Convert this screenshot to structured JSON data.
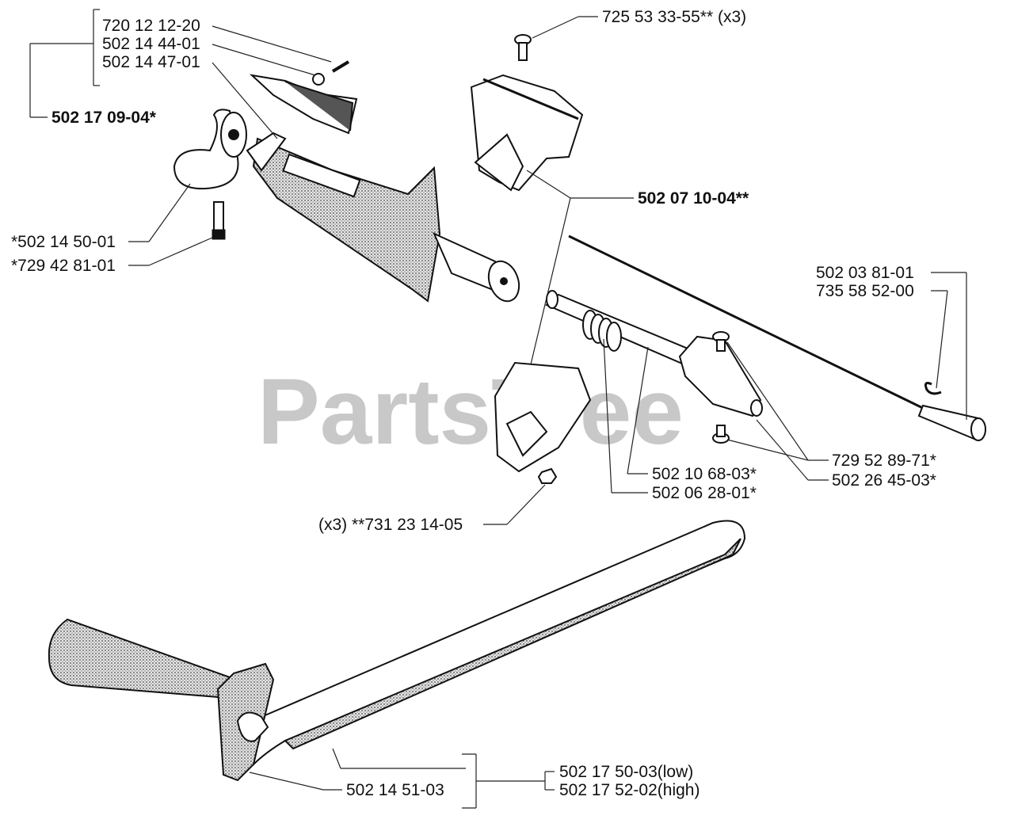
{
  "watermark": "PartsTree",
  "labels": {
    "p720_12_12_20": "720 12 12-20",
    "p502_14_44_01": "502 14 44-01",
    "p502_14_47_01": "502 14 47-01",
    "p502_17_09_04": "502 17 09-04*",
    "p725_53_33_55": "725 53 33-55** (x3)",
    "p502_07_10_04": "502 07 10-04**",
    "p502_14_50_01": "*502 14 50-01",
    "p729_42_81_01": "*729 42 81-01",
    "p502_03_81_01": "502 03 81-01",
    "p735_58_52_00": "735 58 52-00",
    "p729_52_89_71": "729 52 89-71*",
    "p502_26_45_03": "502 26 45-03*",
    "p502_10_68_03": "502 10 68-03*",
    "p502_06_28_01": "502 06 28-01*",
    "p731_23_14_05": "(x3) **731 23 14-05",
    "p502_17_50_03": "502 17 50-03(low)",
    "p502_17_52_02": "502 17 52-02(high)",
    "p502_14_51_03": "502 14 51-03"
  }
}
